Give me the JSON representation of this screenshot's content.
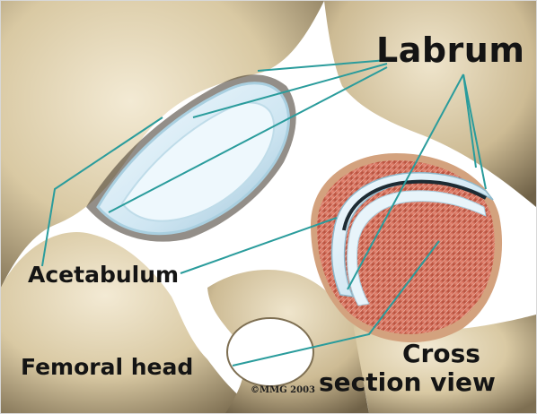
{
  "labels": {
    "labrum": "Labrum",
    "acetabulum": "Acetabulum",
    "femoral_head": "Femoral head",
    "cross_section_line1": "Cross",
    "cross_section_line2": "section view",
    "copyright": "©MMG 2003"
  },
  "colors": {
    "bone": "#d9c9a3",
    "bone_shadow": "#8a7a5c",
    "cartilage": "#dceef8",
    "marrow": "#cf6a56",
    "leader_line": "#2a9c9c"
  }
}
